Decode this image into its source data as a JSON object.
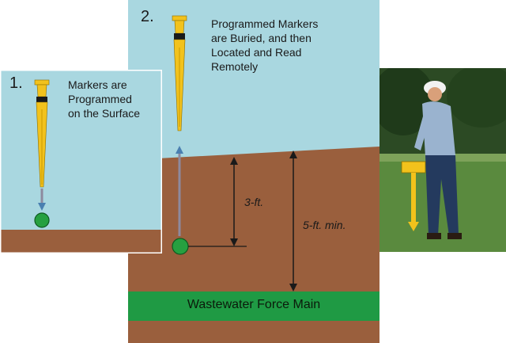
{
  "panel1": {
    "step": "1.",
    "caption": [
      "Markers are",
      "Programmed",
      "on the Surface"
    ]
  },
  "panel2": {
    "step": "2.",
    "caption": [
      "Programmed Markers",
      "are Buried, and then",
      "Located and Read",
      "Remotely"
    ],
    "depth_marker": "3-ft.",
    "depth_main": "5-ft. min.",
    "pipe_label": "Wastewater Force Main"
  },
  "colors": {
    "sky": "#a9d7e0",
    "soil": "#9a5f3d",
    "pipe": "#1f9a44",
    "marker": "#f2c21c",
    "ball": "#26a040"
  },
  "photo": {
    "subject": "worker-with-locator-photo"
  }
}
